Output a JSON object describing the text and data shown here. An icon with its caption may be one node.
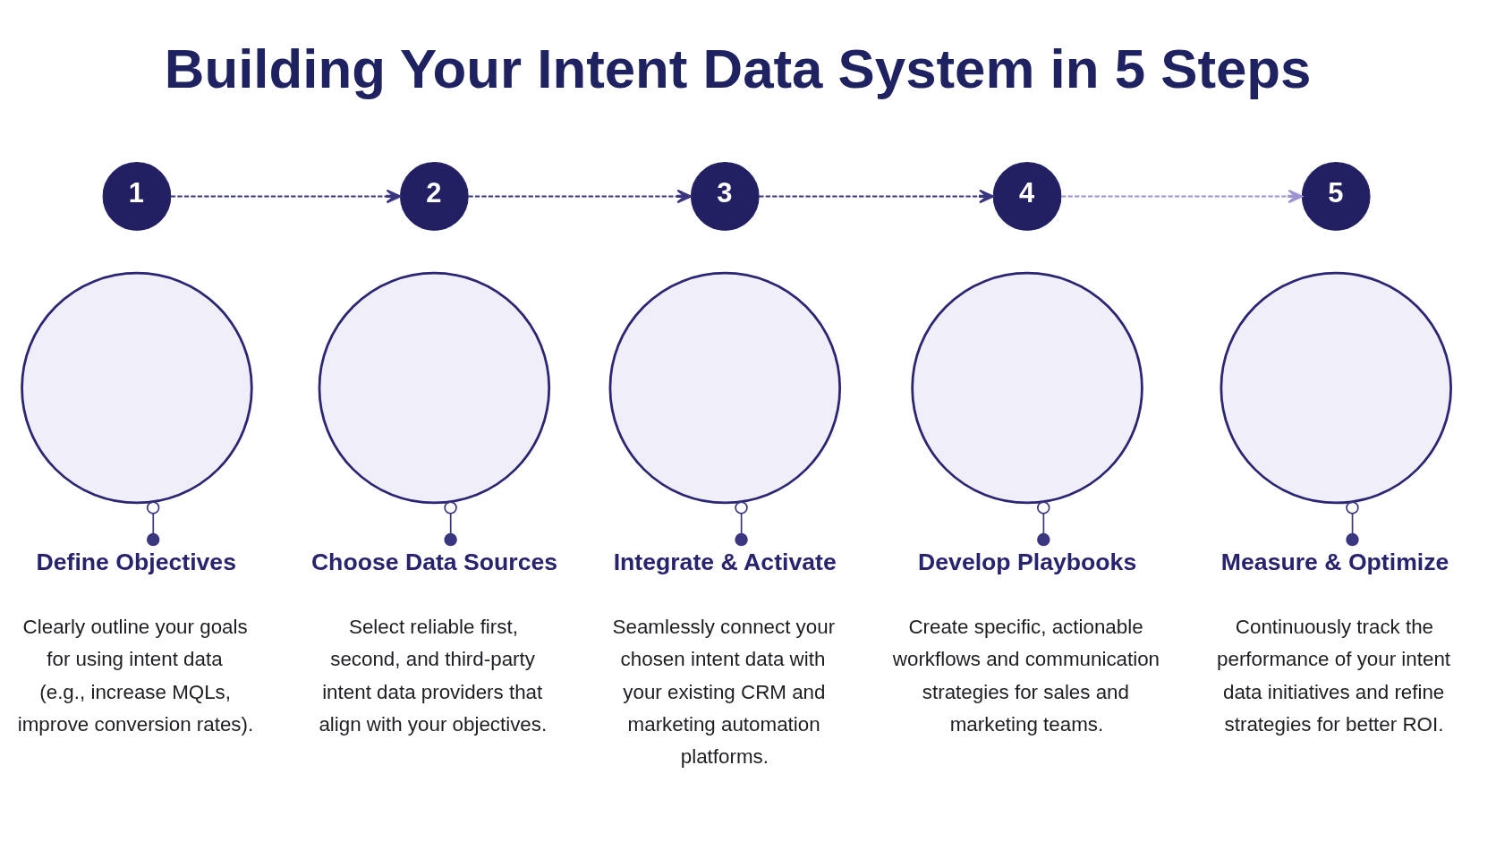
{
  "diagram": {
    "title": "Building Your Intent Data System in 5 Steps",
    "nodes": [
      {
        "text": [
          "1"
        ]
      },
      {
        "text": [],
        "shape": "circle"
      },
      {
        "text": [
          "Define Objectives",
          "Clearly outline your goals for using intent data (e.g., increase MQLs, improve conversion rates)."
        ]
      },
      {
        "text": [
          "2"
        ]
      },
      {
        "text": [],
        "shape": "circle"
      },
      {
        "text": [
          "Choose Data Sources",
          "Select reliable first, second, and third-party intent data providers that align with your objectives."
        ]
      },
      {
        "text": [
          "3"
        ]
      },
      {
        "text": [],
        "shape": "circle"
      },
      {
        "text": [
          "Integrate & Activate",
          "Seamlessly connect your chosen intent data with your existing CRM and marketing automation platforms."
        ]
      },
      {
        "text": [
          "4"
        ]
      },
      {
        "text": [],
        "shape": "circle"
      },
      {
        "text": [
          "Develop Playbooks",
          "Create specific, actionable workflows and communication strategies for sales and marketing teams."
        ]
      },
      {
        "text": [
          "5"
        ]
      },
      {
        "text": [],
        "shape": "circle"
      },
      {
        "text": [
          "Measure & Optimize",
          "Continuously track the performance of your intent data initiatives and refine strategies for better ROI."
        ]
      }
    ],
    "edges": [
      {
        "from": 0,
        "to": 3,
        "arrow": "to",
        "style": "dashed"
      },
      {
        "from": 3,
        "to": 6,
        "arrow": "to",
        "style": "dashed"
      },
      {
        "from": 6,
        "to": 9,
        "arrow": "to",
        "style": "dashed"
      },
      {
        "from": 9,
        "to": 12,
        "arrow": "to",
        "style": "dashed",
        "color": "#9b95d3"
      },
      {
        "from": 1,
        "to": 2,
        "arrow": "other"
      },
      {
        "from": 4,
        "to": 5,
        "arrow": "other"
      },
      {
        "from": 7,
        "to": 8,
        "arrow": "other"
      },
      {
        "from": 10,
        "to": 11,
        "arrow": "other"
      },
      {
        "from": 13,
        "to": 14,
        "arrow": "other"
      }
    ]
  }
}
